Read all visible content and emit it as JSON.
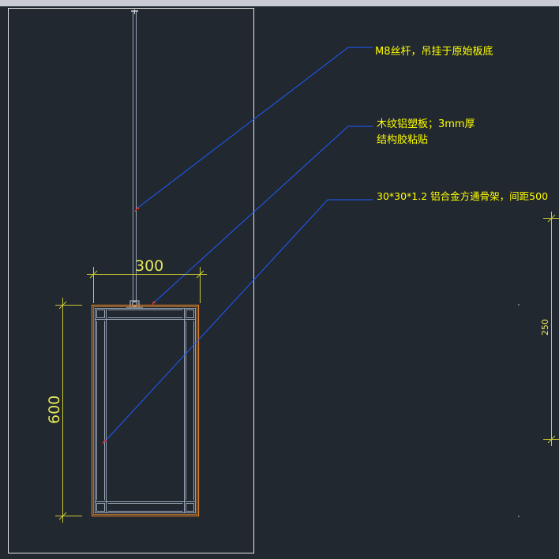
{
  "annotations": {
    "rod": "M8丝杆，吊挂于原始板底",
    "panel_line1": "木纹铝塑板；3mm厚",
    "panel_line2": "结构胶粘贴",
    "frame": "30*30*1.2 铝合金方通骨架，间距500"
  },
  "dimensions": {
    "width": "300",
    "height": "600",
    "spacing": "250"
  },
  "colors": {
    "background": "#212830",
    "frame_border": "#ffffff",
    "leader": "#1e5cff",
    "label": "#ffff00",
    "dimension": "#c8c832",
    "panel_outline": "#d9802b",
    "tube": "#9aa6b8"
  }
}
